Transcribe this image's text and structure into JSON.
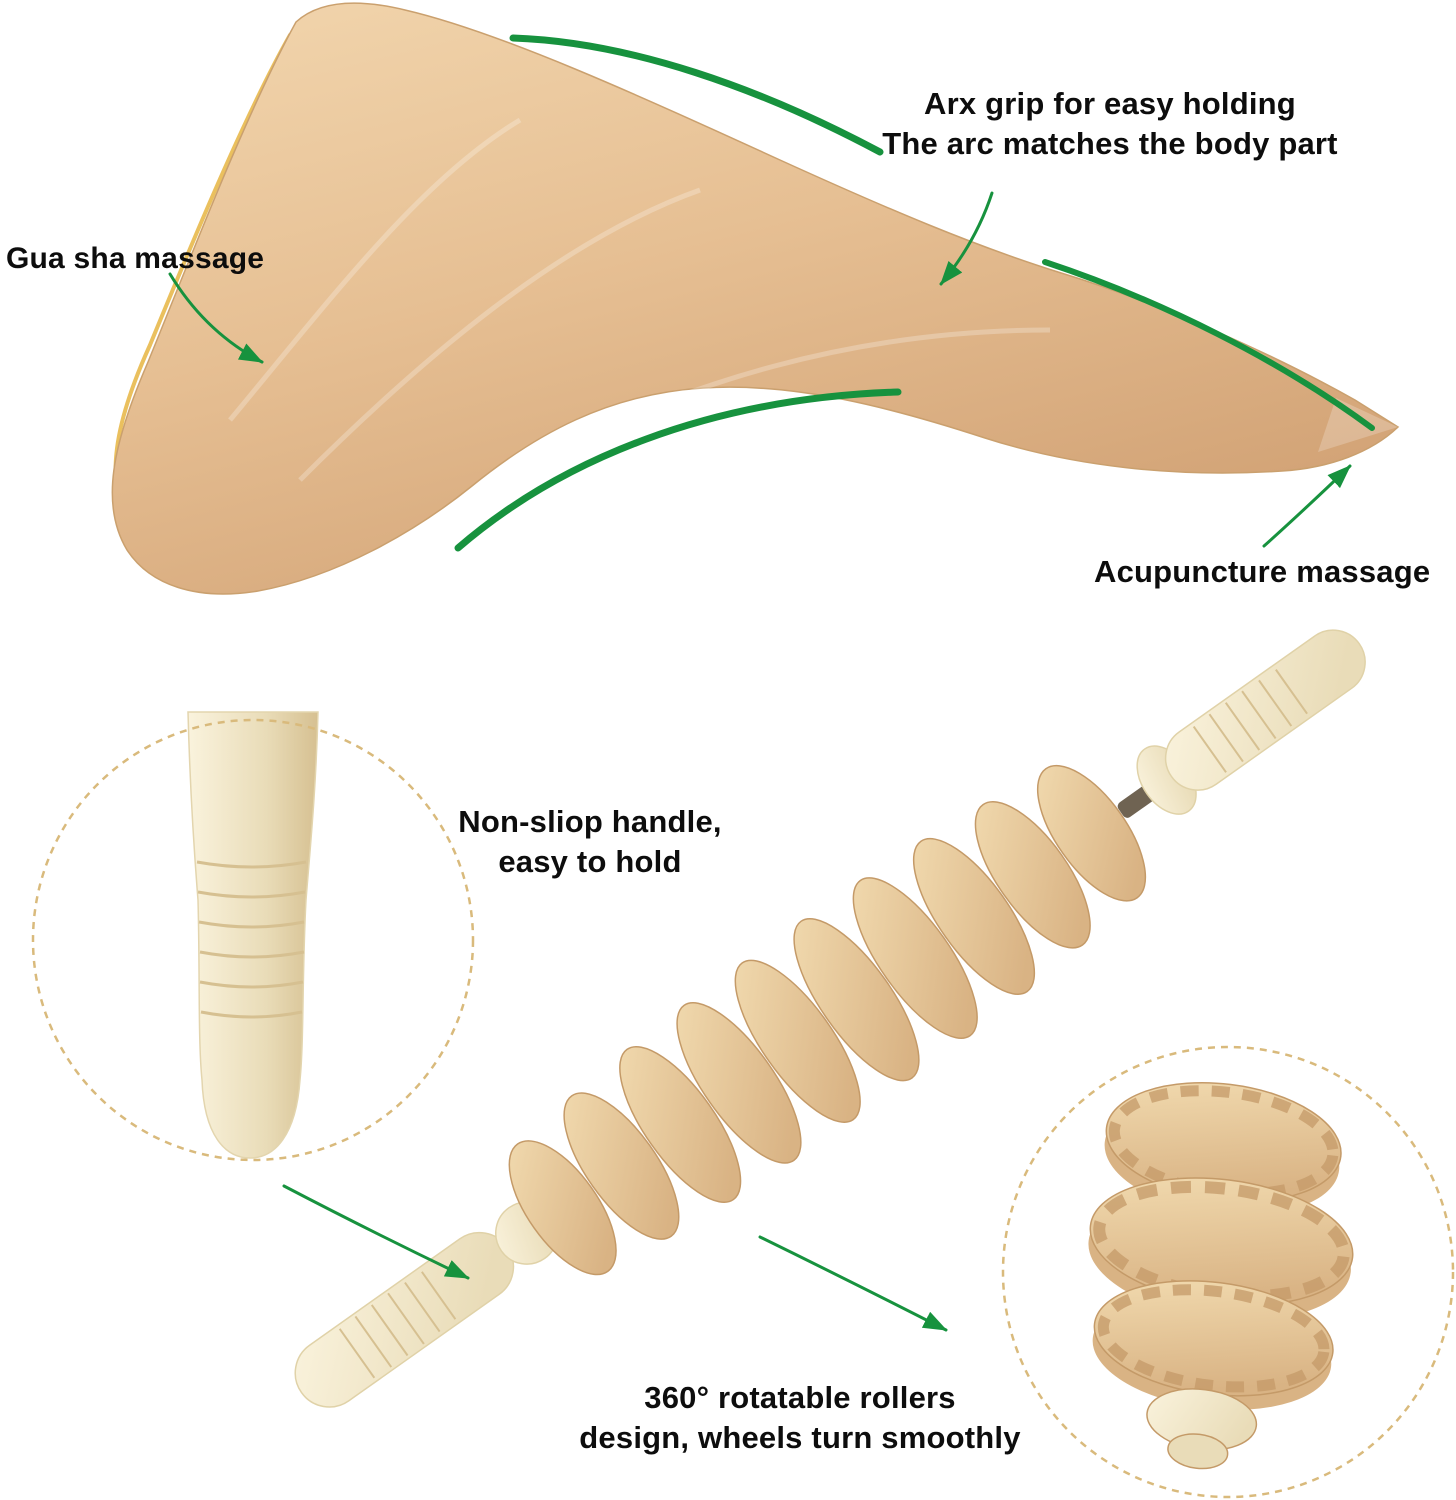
{
  "labels": {
    "gua_sha": "Gua sha massage",
    "arc_grip_line1": "Arx grip for easy holding",
    "arc_grip_line2": "The arc matches the body part",
    "acupuncture": "Acupuncture massage",
    "handle_line1": "Non-sliop handle,",
    "handle_line2": "easy to hold",
    "rollers_line1": "360° rotatable rollers",
    "rollers_line2": "design, wheels turn smoothly"
  },
  "colors": {
    "arrow_green": "#17923e",
    "edge_yellow": "#e9bd55",
    "wood_highlight": "#f2d6ae",
    "wood_mid": "#e6bf93",
    "wood_deep": "#d3a477",
    "cream_light": "#faf3dd",
    "cream_dark": "#e9dcb8",
    "cream_line": "#d6c091",
    "disc_light": "#f3ddb2",
    "disc_deep": "#d9b384",
    "disc_edge": "#c49a68",
    "dash_circle": "#d9ba7c",
    "axle_dark": "#6f6352",
    "text_color": "#0d0d0d",
    "background": "#ffffff"
  }
}
